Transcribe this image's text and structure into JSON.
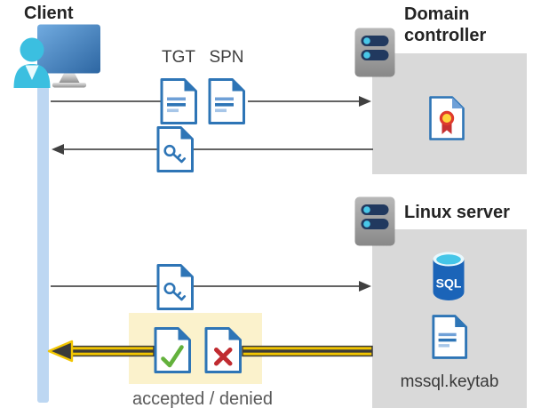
{
  "nodes": {
    "client": {
      "label": "Client"
    },
    "domain_controller": {
      "label": "Domain controller"
    },
    "linux_server": {
      "label": "Linux server"
    }
  },
  "artifacts": {
    "tgt_label": "TGT",
    "spn_label": "SPN",
    "sql_label": "SQL",
    "keytab_label": "mssql.keytab",
    "result_label": "accepted / denied"
  },
  "icons": [
    "client-icon",
    "server-icon",
    "document-icon",
    "key-document-icon",
    "certificate-document-icon",
    "sql-database-icon",
    "accepted-document-icon",
    "denied-document-icon",
    "right-arrow",
    "left-arrow",
    "yellow-highlight-arrow"
  ],
  "colors": {
    "doc_blue": "#2E75B6",
    "doc_line_light": "#6FA0D7",
    "doc_line_lighter": "#A7C6E8",
    "person_cyan": "#3BBFE0",
    "server_led_cyan": "#49C7E8",
    "server_pill_navy": "#21395F",
    "lifeline_blue": "#BDD7F2",
    "box_gray": "#D9D9D9",
    "highlight_yellow_bg": "#FBF2CC",
    "arrow_gray": "#4D4D4D",
    "arrow_yellow": "#F2C500",
    "arrow_dark": "#3A3A3A",
    "check_green": "#63B13C",
    "cross_red": "#C02B30",
    "cert_red": "#DF3A2C",
    "cert_yellow": "#FFD43A",
    "sql_body_blue": "#1B64B8",
    "sql_top_cyan": "#45C6E8",
    "text_dark": "#242424",
    "text_gray": "#595959"
  }
}
